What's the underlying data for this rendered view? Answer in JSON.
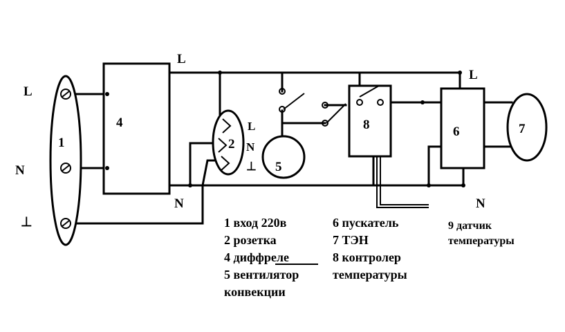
{
  "components": {
    "terminal_block": "1",
    "socket": "2",
    "rcd": "4",
    "fan": "5",
    "contactor": "6",
    "heater": "7",
    "controller": "8"
  },
  "terminal_labels": {
    "left_L": "L",
    "left_N": "N",
    "left_PE": "⊥",
    "top_L": "L",
    "right_L": "L",
    "bottom_N": "N",
    "right_N": "N",
    "socket_L": "L",
    "socket_N": "N",
    "socket_PE": "⊥"
  },
  "legend": {
    "col1": [
      "1 вход 220в",
      "2 розетка",
      "4 диффреле",
      "5 вентилятор",
      "конвекции"
    ],
    "col2": [
      "6 пускатель",
      "7 ТЭН",
      "8 контролер",
      "температуры"
    ],
    "col3": [
      "9 датчик",
      "температуры"
    ]
  }
}
